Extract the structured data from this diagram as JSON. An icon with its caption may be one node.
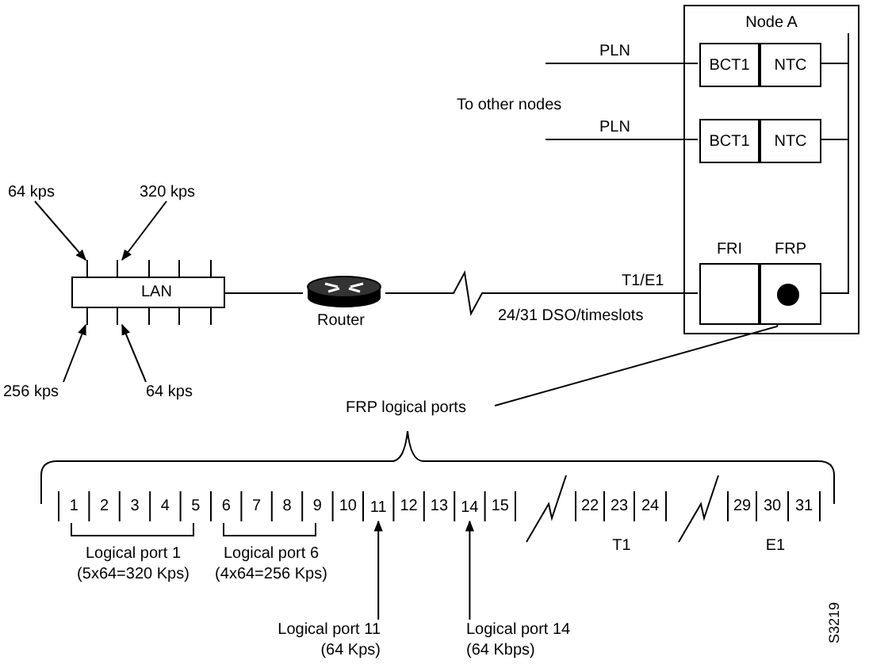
{
  "diagram": {
    "nodes": [
      {
        "text": [
          "Node A"
        ]
      },
      {
        "text": [
          "BCT1"
        ],
        "in": 0
      },
      {
        "text": [
          "NTC"
        ],
        "in": 0
      },
      {
        "text": [
          "BCT1"
        ],
        "in": 0
      },
      {
        "text": [
          "NTC"
        ],
        "in": 0
      },
      {
        "text": [
          "FRI"
        ],
        "in": 0
      },
      {
        "text": [
          "FRP"
        ],
        "in": 0
      },
      {
        "text": [],
        "shape": "circle",
        "in": 6
      },
      {
        "text": [
          "64 kps"
        ]
      },
      {
        "text": [
          "320 kps"
        ]
      },
      {
        "text": [
          "LAN"
        ]
      },
      {
        "text": [
          "Router"
        ]
      },
      {
        "text": [
          "256 kps"
        ]
      },
      {
        "text": [
          "64 kps"
        ]
      },
      {
        "text": [
          "FRP logical ports"
        ]
      },
      {
        "text": [
          "Logical port 11 (64 Kps)"
        ]
      },
      {
        "text": [
          "Logical port 14 (64 Kbps)"
        ]
      },
      {
        "text": [
          "11"
        ]
      },
      {
        "text": [
          "14"
        ]
      }
    ],
    "edges": [
      {
        "from": null,
        "to": 1,
        "arrow": "none",
        "label": "PLN"
      },
      {
        "from": null,
        "to": 3,
        "arrow": "none",
        "label": "PLN"
      },
      {
        "from": 2,
        "to": 4,
        "arrow": "none"
      },
      {
        "from": 4,
        "to": 6,
        "arrow": "none"
      },
      {
        "from": 8,
        "to": 10,
        "arrow": "to"
      },
      {
        "from": 9,
        "to": 10,
        "arrow": "to"
      },
      {
        "from": 12,
        "to": 10,
        "arrow": "to"
      },
      {
        "from": 13,
        "to": 10,
        "arrow": "to"
      },
      {
        "from": 10,
        "to": 11,
        "arrow": "none"
      },
      {
        "from": 11,
        "to": 5,
        "arrow": "none",
        "label": "T1/E1"
      },
      {
        "from": 14,
        "to": 7,
        "arrow": "none"
      },
      {
        "from": 15,
        "to": 17,
        "arrow": "to"
      },
      {
        "from": 16,
        "to": 18,
        "arrow": "to"
      }
    ],
    "labels": [
      "To other nodes",
      "24/31 DSO/timeslots",
      "1",
      "2",
      "3",
      "4",
      "5",
      "6",
      "7",
      "8",
      "9",
      "10",
      "12",
      "13",
      "15",
      "22",
      "23",
      "24",
      "29",
      "30",
      "31",
      "Logical port 1 (5x64=320 Kps)",
      "Logical port 6 (4x64=256 Kps)",
      "T1",
      "E1",
      "S3219"
    ]
  }
}
